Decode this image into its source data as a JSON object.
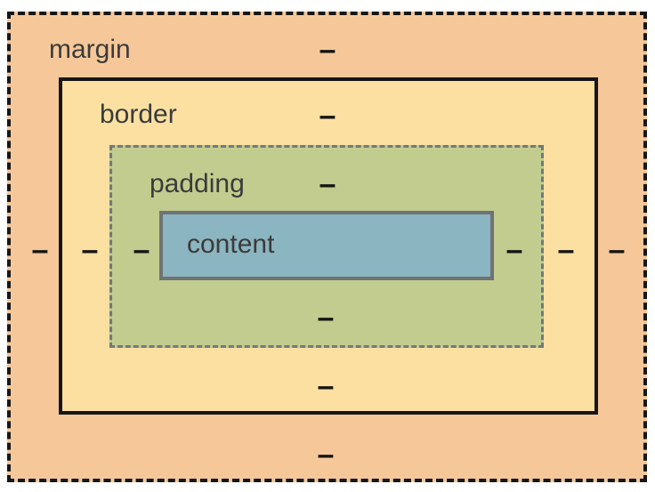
{
  "labels": {
    "margin": "margin",
    "border": "border",
    "padding": "padding",
    "content": "content"
  },
  "dashes": {
    "margin": {
      "top": "–",
      "right": "–",
      "bottom": "–",
      "left": "–"
    },
    "border": {
      "top": "–",
      "right": "–",
      "bottom": "–",
      "left": "–"
    },
    "padding": {
      "top": "–",
      "right": "–",
      "bottom": "–",
      "left": "–"
    }
  },
  "colors": {
    "margin_bg": "#f6c899",
    "border_bg": "#fbe0a1",
    "padding_bg": "#c1cc8e",
    "content_bg": "#8bb5c0",
    "outline_black": "#161616",
    "padding_outline": "#74787d",
    "content_outline": "#707274",
    "label_text": "#3b3b3b",
    "page_bg": "#ffffff"
  }
}
